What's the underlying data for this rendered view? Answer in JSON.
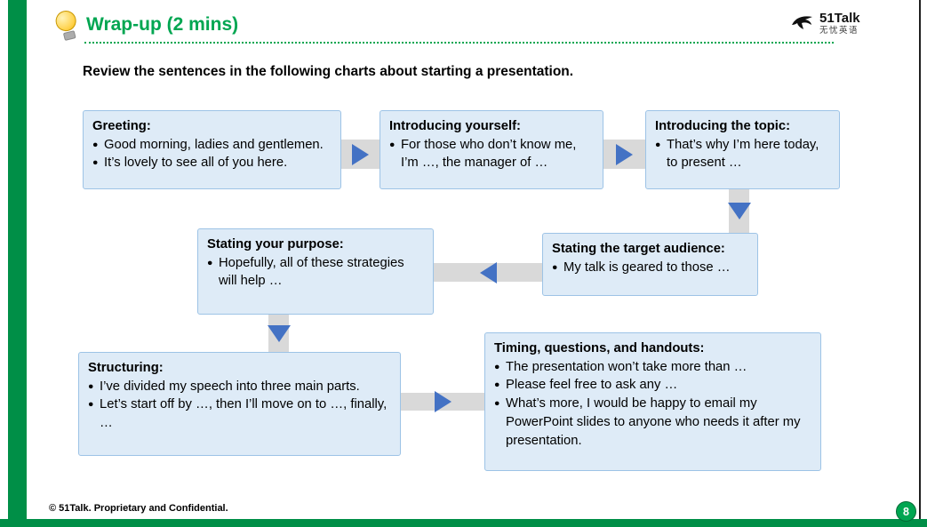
{
  "header": {
    "title": "Wrap-up (2 mins)"
  },
  "logo": {
    "brand": "51Talk",
    "tagline": "无忧英语"
  },
  "instruction": "Review the sentences in the following charts about starting a presentation.",
  "boxes": [
    {
      "title": "Greeting:",
      "bullets": [
        "Good morning, ladies and gentlemen.",
        "It’s lovely to see all of you here."
      ]
    },
    {
      "title": "Introducing yourself:",
      "bullets": [
        "For those who don’t know me, I’m …, the manager of …"
      ]
    },
    {
      "title": "Introducing the topic:",
      "bullets": [
        "That’s why I’m here today, to present …"
      ]
    },
    {
      "title": "Stating the target audience:",
      "bullets": [
        "My talk is geared to those …"
      ]
    },
    {
      "title": "Stating your purpose:",
      "bullets": [
        "Hopefully, all of these strategies will help …"
      ]
    },
    {
      "title": "Structuring:",
      "bullets": [
        "I’ve divided my speech into three main parts.",
        "Let’s start off by …, then I’ll move on to …, finally, …"
      ]
    },
    {
      "title": "Timing, questions, and handouts:",
      "bullets": [
        "The presentation won’t take more than …",
        "Please feel free to ask any …",
        "What’s more, I would be happy to email my PowerPoint slides to anyone who needs it after my presentation."
      ]
    }
  ],
  "footer": {
    "copyright": "© 51Talk. Proprietary and Confidential.",
    "page_number": "8"
  },
  "colors": {
    "brand_green": "#00A651",
    "strip_green": "#008F47",
    "box_fill": "#DEEBF7",
    "box_border": "#9DC3E6",
    "connector_gray": "#D9D9D9",
    "arrow_blue": "#4472C4"
  }
}
